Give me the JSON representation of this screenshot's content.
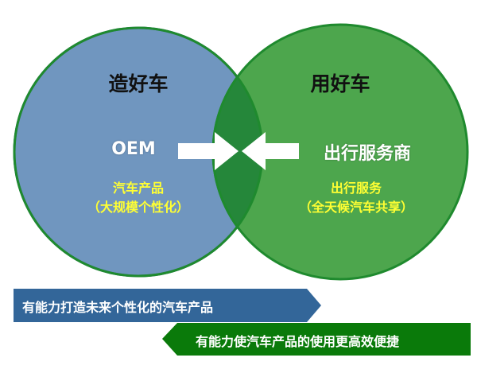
{
  "left_circle": {
    "title": "造好车",
    "role": "OEM",
    "product": "汽车产品",
    "product_note": "（大规模个性化）"
  },
  "right_circle": {
    "title": "用好车",
    "role": "出行服务商",
    "product": "出行服务",
    "product_note": "（全天候汽车共享）"
  },
  "banners": [
    {
      "text": "有能力打造未来个性化的汽车产品",
      "direction": "right",
      "color": "#336699"
    },
    {
      "text": "有能力使汽车产品的使用更高效便捷",
      "direction": "left",
      "color": "#0a7a0a"
    }
  ],
  "colors": {
    "blue_fill": "#7096bf",
    "blue_stroke": "#3a6694",
    "green_fill": "#4da64d",
    "green_stroke": "#1f8a2e",
    "overlap": "#25873a",
    "yellow_text": "#ffff33"
  }
}
